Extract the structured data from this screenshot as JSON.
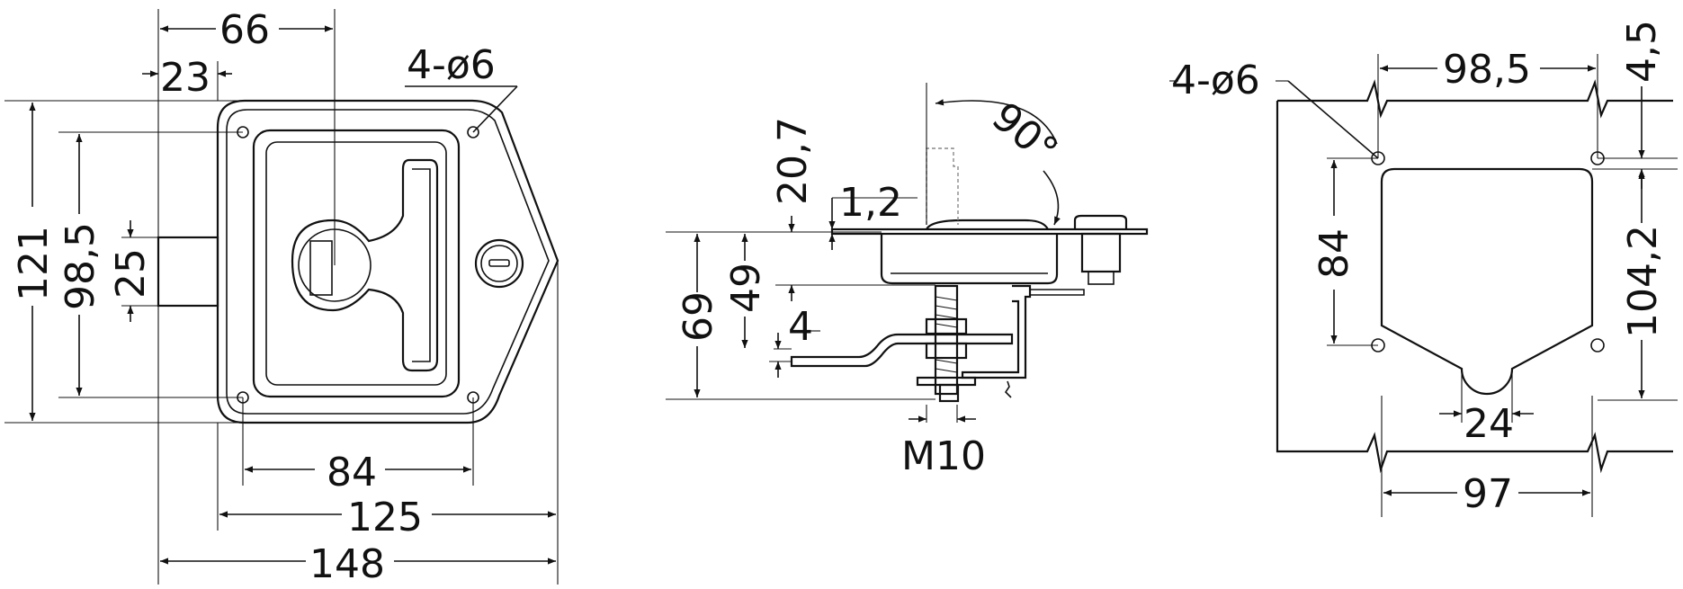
{
  "front_view": {
    "dim_66": "66",
    "dim_23": "23",
    "hole_note": "4-ø6",
    "dim_121": "121",
    "dim_98_5": "98,5",
    "dim_25": "25",
    "dim_84": "84",
    "dim_125": "125",
    "dim_148": "148"
  },
  "side_view": {
    "dim_20_7": "20,7",
    "dim_1_2": "1,2",
    "angle_90": "90°",
    "dim_69": "69",
    "dim_49": "49",
    "dim_4": "4",
    "thread": "M10"
  },
  "cutout_view": {
    "hole_note": "4-ø6",
    "dim_98_5": "98,5",
    "dim_4_5": "4,5",
    "dim_84": "84",
    "dim_104_2": "104,2",
    "dim_24": "24",
    "dim_97": "97"
  }
}
